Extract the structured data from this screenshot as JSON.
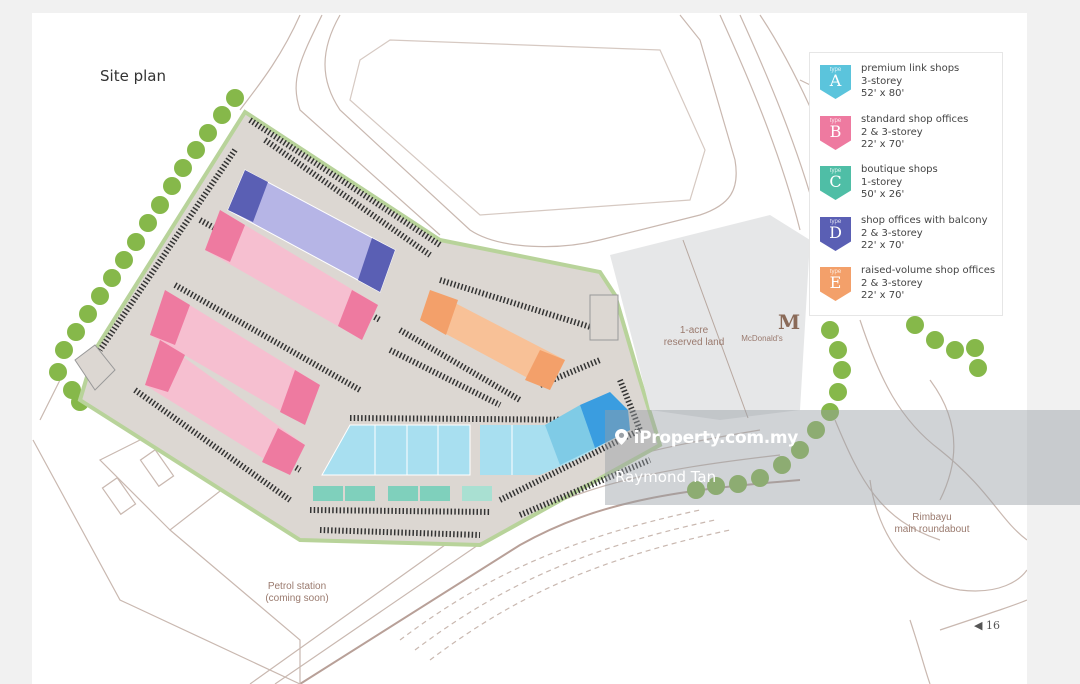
{
  "page": {
    "title": "Site plan",
    "page_number": "16",
    "page_arrow": "◀"
  },
  "legend": {
    "items": [
      {
        "type_label": "type",
        "letter": "A",
        "name": "premium link shops",
        "storey": "3-storey",
        "size": "52' x 80'",
        "color": "#5bc4dc"
      },
      {
        "type_label": "type",
        "letter": "B",
        "name": "standard shop offices",
        "storey": "2 & 3-storey",
        "size": "22' x 70'",
        "color": "#ee7aa0"
      },
      {
        "type_label": "type",
        "letter": "C",
        "name": "boutique shops",
        "storey": "1-storey",
        "size": "50' x 26'",
        "color": "#4fbea6"
      },
      {
        "type_label": "type",
        "letter": "D",
        "name": "shop offices with balcony",
        "storey": "2 & 3-storey",
        "size": "22' x 70'",
        "color": "#5a5fb4"
      },
      {
        "type_label": "type",
        "letter": "E",
        "name": "raised-volume shop offices",
        "storey": "2 & 3-storey",
        "size": "22' x 70'",
        "color": "#f3a06a"
      }
    ]
  },
  "map_labels": {
    "reserved_land_line1": "1-acre",
    "reserved_land_line2": "reserved land",
    "mcdonalds_logo": "M",
    "mcdonalds": "McDonald's",
    "petrol_line1": "Petrol station",
    "petrol_line2": "(coming soon)",
    "roundabout_line1": "Rimbayu",
    "roundabout_line2": "main roundabout"
  },
  "watermark": {
    "brand": "iProperty.com.my",
    "user": "Raymond Tan"
  },
  "colors": {
    "type_a": "#a8dff0",
    "type_a_dark": "#5bc4dc",
    "type_b": "#f6bfd0",
    "type_b_dark": "#ee7aa0",
    "type_c": "#7fd0bc",
    "type_d": "#b6b5e6",
    "type_d_dark": "#5a5fb4",
    "type_e": "#f8c197",
    "type_e_dark": "#f3a06a",
    "site_ground": "#dcd7d2",
    "reserved_land": "#e6e7e8",
    "trees": "#86b84a"
  }
}
